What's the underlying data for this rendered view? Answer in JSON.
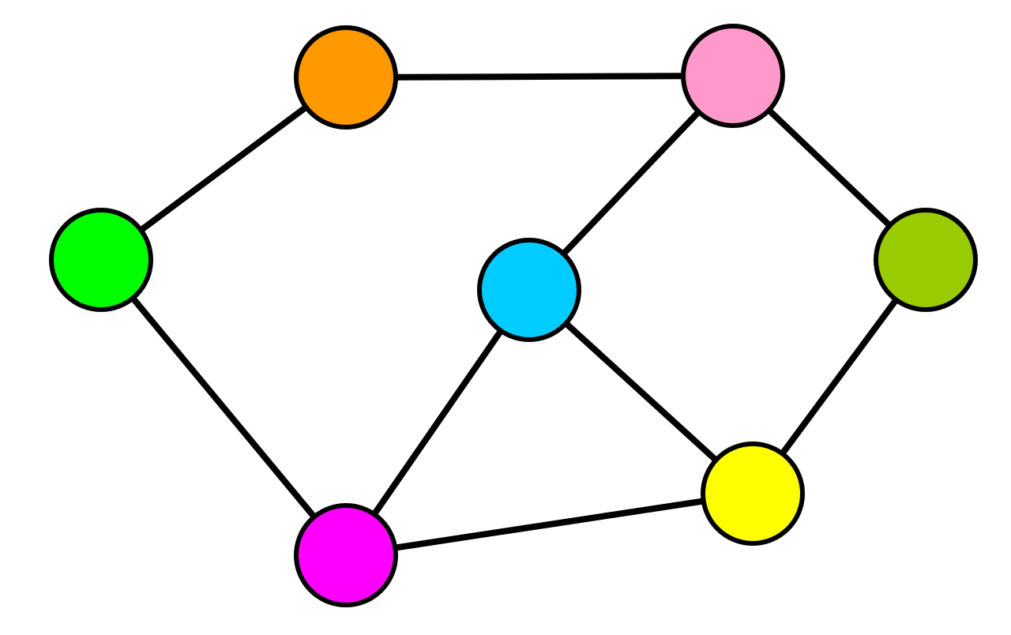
{
  "diagram": {
    "type": "graph",
    "node_stroke_color": "#000000",
    "edge_color": "#000000",
    "background": "#ffffff",
    "nodes": [
      {
        "color": "#FF9900"
      },
      {
        "color": "#FF99CC"
      },
      {
        "color": "#00FF00"
      },
      {
        "color": "#00CCFF"
      },
      {
        "color": "#99CC00"
      },
      {
        "color": "#FFFF00"
      },
      {
        "color": "#FF00FF"
      }
    ],
    "edges": [
      [
        0,
        1
      ],
      [
        0,
        2
      ],
      [
        2,
        6
      ],
      [
        1,
        3
      ],
      [
        1,
        4
      ],
      [
        4,
        5
      ],
      [
        3,
        6
      ],
      [
        3,
        5
      ],
      [
        6,
        5
      ]
    ]
  }
}
